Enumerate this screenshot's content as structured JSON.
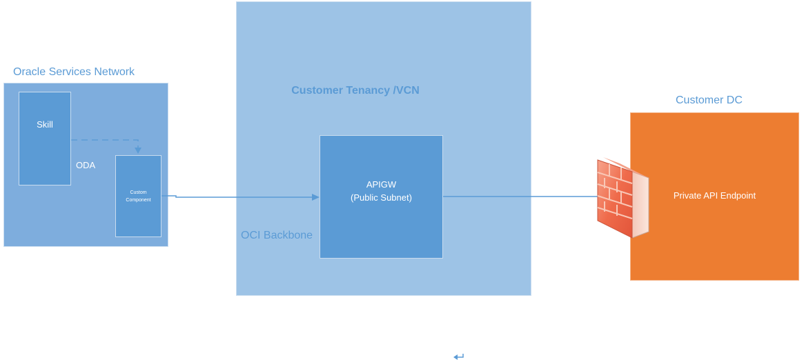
{
  "oracle_services_network": {
    "title": "Oracle Services Network",
    "skill_label": "Skill",
    "oda_label": "ODA",
    "custom_component_line1": "Custom",
    "custom_component_line2": "Component"
  },
  "customer_tenancy": {
    "title": "Customer Tenancy /VCN",
    "apigw_line1": "APIGW",
    "apigw_line2": "(Public Subnet)",
    "backbone_label": "OCI Backbone"
  },
  "customer_dc": {
    "title": "Customer DC",
    "endpoint_label": "Private API Endpoint"
  },
  "colors": {
    "light_blue": "#9dc3e6",
    "mid_blue": "#7eaddd",
    "blue": "#5b9bd5",
    "orange": "#ed7d31",
    "firewall_red": "#f06a4a"
  },
  "icons": {
    "firewall": "firewall-icon",
    "return": "return-arrow-icon"
  }
}
